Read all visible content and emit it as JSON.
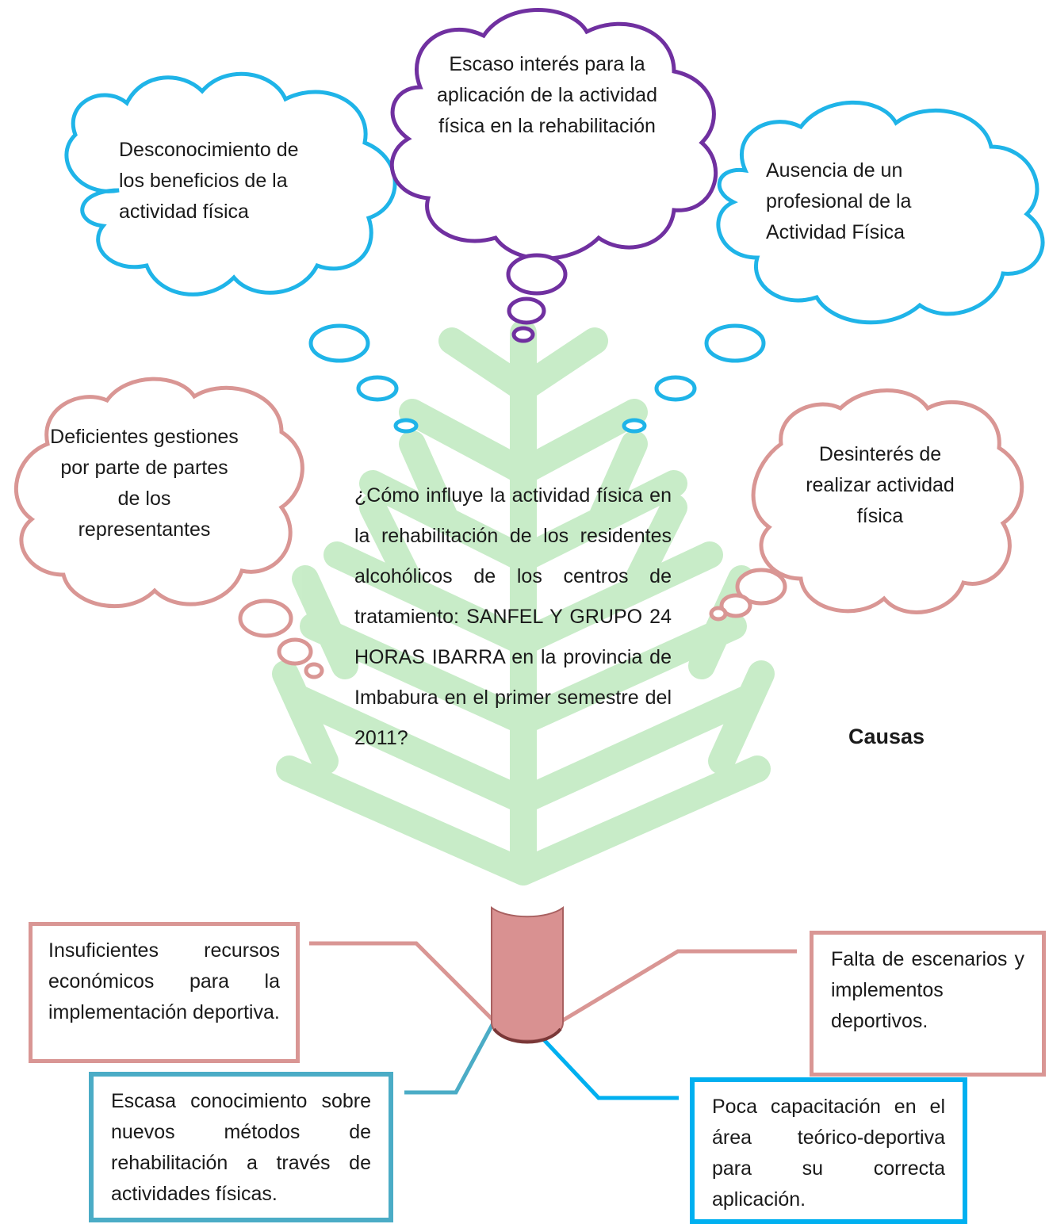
{
  "colors": {
    "blue_cloud": "#1fb4e8",
    "purple_cloud": "#7030a0",
    "pink_cloud": "#d99694",
    "tree": "#c6ecc6",
    "trunk": "#d99191",
    "teal_box": "#4bacc6",
    "blue_box": "#00b0f0"
  },
  "clouds": {
    "left_top": "Desconocimiento de los beneficios de la actividad física",
    "center_top": "Escaso interés para la aplicación de la actividad física en la rehabilitación",
    "right_top": "Ausencia de un profesional de la Actividad Física",
    "left_mid": "Deficientes gestiones por parte de partes de los representantes",
    "right_mid": "Desinterés de realizar actividad física"
  },
  "question": "¿Cómo influye la actividad física en la rehabilitación de los residentes alcohólicos de los centros de tratamiento: SANFEL Y GRUPO 24 HORAS IBARRA en la provincia de Imbabura en el primer semestre del 2011?",
  "causes_label": "Causas",
  "boxes": {
    "top_left": "Insuficientes recursos económicos para la implementación deportiva.",
    "top_right": "Falta de escenarios y implementos deportivos.",
    "bottom_left": "Escasa conocimiento sobre nuevos métodos de rehabilitación a través de actividades físicas.",
    "bottom_right": "Poca capacitación en el área teórico-deportiva para su correcta aplicación."
  }
}
